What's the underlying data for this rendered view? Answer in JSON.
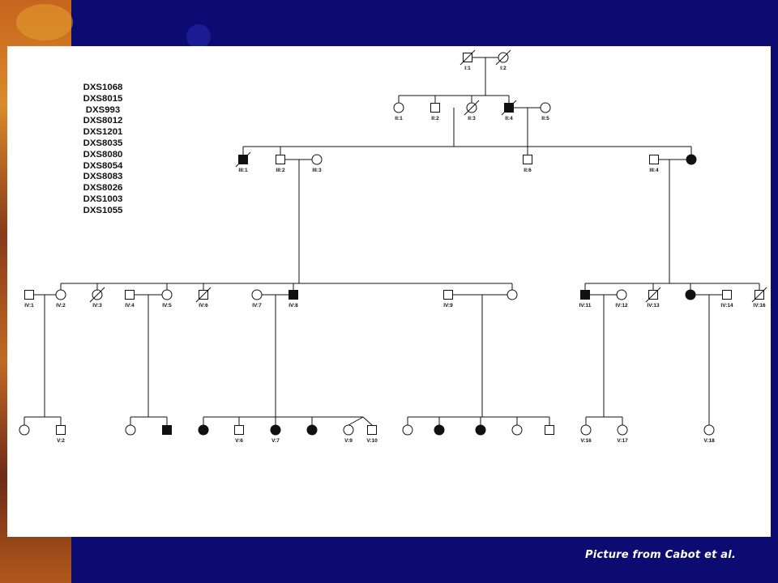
{
  "markers": [
    "DXS1068",
    "DXS8015",
    "DXS993",
    "DXS8012",
    "DXS1201",
    "DXS8035",
    "DXS8080",
    "DXS8054",
    "DXS8083",
    "DXS8026",
    "DXS1003",
    "DXS1055"
  ],
  "credit": "Picture from Cabot et al.",
  "pedigree": {
    "individuals": [
      {
        "id": "I:1",
        "label": "I:1",
        "sex": "male",
        "affected": false,
        "deceased": true
      },
      {
        "id": "I:2",
        "label": "I:2",
        "sex": "female",
        "affected": false,
        "deceased": true
      },
      {
        "id": "II:1",
        "label": "II:1",
        "sex": "female",
        "affected": false,
        "deceased": false
      },
      {
        "id": "II:2",
        "label": "II:2",
        "sex": "male",
        "affected": false,
        "deceased": false
      },
      {
        "id": "II:3",
        "label": "II:3",
        "sex": "female",
        "affected": false,
        "deceased": true
      },
      {
        "id": "II:4",
        "label": "II:4",
        "sex": "male",
        "affected": true,
        "deceased": true
      },
      {
        "id": "II:5",
        "label": "II:5",
        "sex": "female",
        "affected": false,
        "deceased": false
      },
      {
        "id": "II:6",
        "label": "II:6",
        "sex": "male",
        "affected": false,
        "deceased": false
      },
      {
        "id": "III:1",
        "label": "III:1",
        "sex": "male",
        "affected": true,
        "deceased": true
      },
      {
        "id": "III:2",
        "label": "III:2",
        "sex": "male",
        "affected": false,
        "deceased": false
      },
      {
        "id": "III:3",
        "label": "III:3",
        "sex": "female",
        "affected": false,
        "deceased": false
      },
      {
        "id": "III:4",
        "label": "III:4",
        "sex": "male",
        "affected": false,
        "deceased": false
      },
      {
        "id": "III:5",
        "label": "",
        "sex": "female",
        "affected": true,
        "deceased": false
      },
      {
        "id": "IV:1",
        "label": "IV:1",
        "sex": "male",
        "affected": false,
        "deceased": false
      },
      {
        "id": "IV:2",
        "label": "IV:2",
        "sex": "female",
        "affected": false,
        "deceased": false
      },
      {
        "id": "IV:3",
        "label": "IV:3",
        "sex": "female",
        "affected": false,
        "deceased": true
      },
      {
        "id": "IV:4",
        "label": "IV:4",
        "sex": "male",
        "affected": false,
        "deceased": false
      },
      {
        "id": "IV:5",
        "label": "IV:5",
        "sex": "female",
        "affected": false,
        "deceased": false
      },
      {
        "id": "IV:6",
        "label": "IV:6",
        "sex": "male",
        "affected": false,
        "deceased": true
      },
      {
        "id": "IV:7",
        "label": "IV:7",
        "sex": "female",
        "affected": false,
        "deceased": false
      },
      {
        "id": "IV:8",
        "label": "IV:8",
        "sex": "male",
        "affected": true,
        "deceased": false
      },
      {
        "id": "IV:9",
        "label": "IV:9",
        "sex": "male",
        "affected": false,
        "deceased": false
      },
      {
        "id": "IV:10",
        "label": "",
        "sex": "female",
        "affected": false,
        "deceased": false
      },
      {
        "id": "IV:11",
        "label": "IV:11",
        "sex": "male",
        "affected": true,
        "deceased": false
      },
      {
        "id": "IV:12",
        "label": "IV:12",
        "sex": "female",
        "affected": false,
        "deceased": false
      },
      {
        "id": "IV:13",
        "label": "IV:13",
        "sex": "male",
        "affected": false,
        "deceased": true
      },
      {
        "id": "IV:15",
        "label": "",
        "sex": "female",
        "affected": true,
        "deceased": false
      },
      {
        "id": "IV:14",
        "label": "IV:14",
        "sex": "male",
        "affected": false,
        "deceased": false
      },
      {
        "id": "IV:16",
        "label": "IV:16",
        "sex": "male",
        "affected": false,
        "deceased": true
      },
      {
        "id": "V:1",
        "label": "",
        "sex": "female",
        "affected": false,
        "deceased": false
      },
      {
        "id": "V:2",
        "label": "V:2",
        "sex": "male",
        "affected": false,
        "deceased": false
      },
      {
        "id": "V:3",
        "label": "",
        "sex": "female",
        "affected": false,
        "deceased": false
      },
      {
        "id": "V:4",
        "label": "",
        "sex": "male",
        "affected": true,
        "deceased": false
      },
      {
        "id": "V:5",
        "label": "",
        "sex": "female",
        "affected": true,
        "deceased": false
      },
      {
        "id": "V:6",
        "label": "V:6",
        "sex": "male",
        "affected": false,
        "deceased": false
      },
      {
        "id": "V:7",
        "label": "V:7",
        "sex": "female",
        "affected": true,
        "deceased": false
      },
      {
        "id": "V:8",
        "label": "",
        "sex": "female",
        "affected": true,
        "deceased": false
      },
      {
        "id": "V:9",
        "label": "V:9",
        "sex": "female",
        "affected": false,
        "deceased": false
      },
      {
        "id": "V:10",
        "label": "V:10",
        "sex": "male",
        "affected": false,
        "deceased": false
      },
      {
        "id": "V:11",
        "label": "",
        "sex": "female",
        "affected": false,
        "deceased": false
      },
      {
        "id": "V:12",
        "label": "",
        "sex": "female",
        "affected": true,
        "deceased": false
      },
      {
        "id": "V:13",
        "label": "",
        "sex": "female",
        "affected": true,
        "deceased": false
      },
      {
        "id": "V:14",
        "label": "",
        "sex": "female",
        "affected": false,
        "deceased": false
      },
      {
        "id": "V:15",
        "label": "",
        "sex": "male",
        "affected": false,
        "deceased": false
      },
      {
        "id": "V:16",
        "label": "V:16",
        "sex": "female",
        "affected": false,
        "deceased": false
      },
      {
        "id": "V:17",
        "label": "V:17",
        "sex": "female",
        "affected": false,
        "deceased": false
      },
      {
        "id": "V:18",
        "label": "V:18",
        "sex": "female",
        "affected": false,
        "deceased": false
      }
    ]
  },
  "colors": {
    "background": "#0b0b72",
    "panel": "#ffffff",
    "ink": "#111111",
    "credit": "#ffffff"
  }
}
